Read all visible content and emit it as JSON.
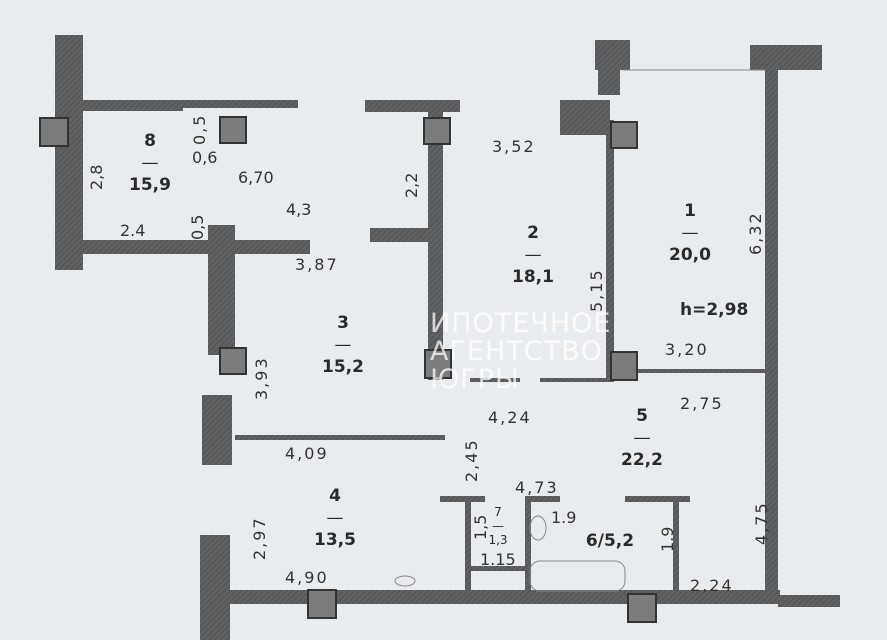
{
  "rooms": [
    {
      "number": "1",
      "area": "20,0"
    },
    {
      "number": "2",
      "area": "18,1"
    },
    {
      "number": "3",
      "area": "15,2"
    },
    {
      "number": "4",
      "area": "13,5"
    },
    {
      "number": "5",
      "area": "22,2"
    },
    {
      "number": "7",
      "area": "1,3"
    },
    {
      "number": "8",
      "area": "15,9"
    }
  ],
  "bathroom_label": "6/5,2",
  "ceiling_height": "h=2,98",
  "dash": "—",
  "dimensions": {
    "d_0_5_top": "0,5",
    "d_0_6": "0,6",
    "d_6_70": "6,70",
    "d_2_8": "2,8",
    "d_2_4": "2.4",
    "d_0_5_b": "0,5",
    "d_4_3": "4,3",
    "d_2_2": "2,2",
    "d_3_52": "3,52",
    "d_6_32": "6,32",
    "d_3_87": "3,87",
    "d_5_15": "5,15",
    "d_3_20": "3,20",
    "d_3_93": "3,93",
    "d_2_75": "2,75",
    "d_4_24": "4,24",
    "d_4_09": "4,09",
    "d_2_45": "2,45",
    "d_4_73": "4,73",
    "d_1_5": "1,5",
    "d_1_9a": "1.9",
    "d_1_9b": "1.9",
    "d_1_15": "1.15",
    "d_2_97": "2,97",
    "d_4_75": "4,75",
    "d_4_90": "4,90",
    "d_2_24": "2,24"
  },
  "watermark": [
    "ИПОТЕЧНОЕ",
    "АГЕНТСТВО",
    "ЮГРЫ"
  ]
}
